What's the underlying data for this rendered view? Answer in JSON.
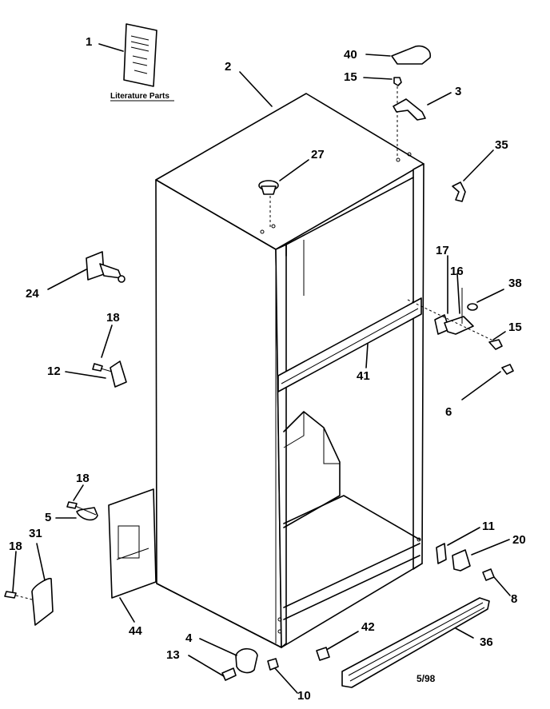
{
  "callouts": [
    {
      "id": "1",
      "label": "1"
    },
    {
      "id": "2",
      "label": "2"
    },
    {
      "id": "3",
      "label": "3"
    },
    {
      "id": "4",
      "label": "4"
    },
    {
      "id": "5",
      "label": "5"
    },
    {
      "id": "6",
      "label": "6"
    },
    {
      "id": "8",
      "label": "8"
    },
    {
      "id": "10",
      "label": "10"
    },
    {
      "id": "11",
      "label": "11"
    },
    {
      "id": "12",
      "label": "12"
    },
    {
      "id": "13",
      "label": "13"
    },
    {
      "id": "15a",
      "label": "15"
    },
    {
      "id": "15b",
      "label": "15"
    },
    {
      "id": "16",
      "label": "16"
    },
    {
      "id": "17",
      "label": "17"
    },
    {
      "id": "18a",
      "label": "18"
    },
    {
      "id": "18b",
      "label": "18"
    },
    {
      "id": "18c",
      "label": "18"
    },
    {
      "id": "20",
      "label": "20"
    },
    {
      "id": "24",
      "label": "24"
    },
    {
      "id": "27",
      "label": "27"
    },
    {
      "id": "31",
      "label": "31"
    },
    {
      "id": "35",
      "label": "35"
    },
    {
      "id": "36",
      "label": "36"
    },
    {
      "id": "38",
      "label": "38"
    },
    {
      "id": "40",
      "label": "40"
    },
    {
      "id": "41",
      "label": "41"
    },
    {
      "id": "42",
      "label": "42"
    },
    {
      "id": "44",
      "label": "44"
    }
  ],
  "literature_label": "Literature Parts",
  "date_code": "5/98"
}
